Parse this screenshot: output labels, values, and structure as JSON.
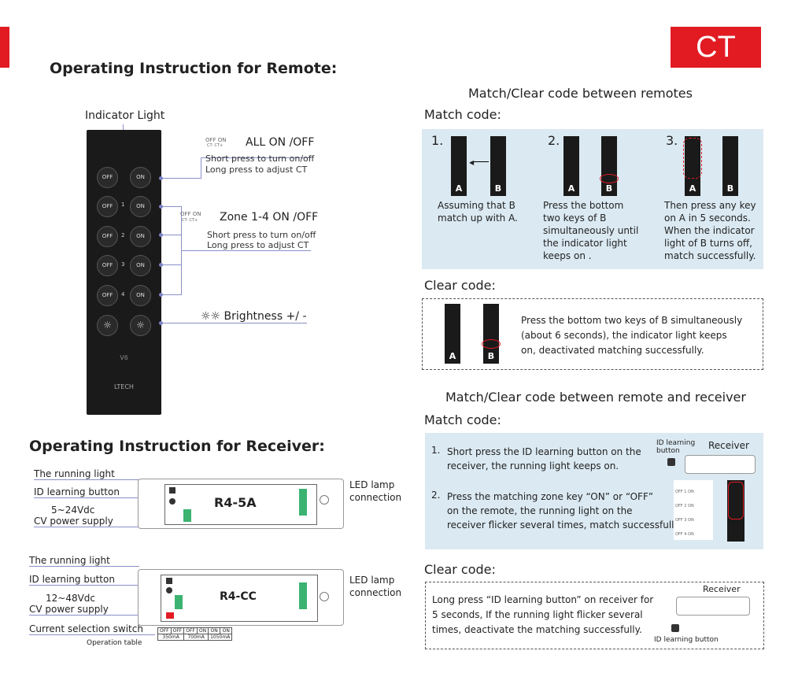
{
  "badge": "CT",
  "remote_section": {
    "title": "Operating Instruction for Remote:",
    "indicator_label": "Indicator Light",
    "all_on_title": "ALL ON /OFF",
    "all_on_tiny": "OFF  ON",
    "all_on_tiny2": "CT-   CT+",
    "all_on_desc1": "Short press to turn on/off",
    "all_on_desc2": "Long press to adjust CT",
    "zone_title": "Zone 1-4  ON /OFF",
    "zone_tiny": "OFF  ON",
    "zone_tiny2": "CT-   CT+",
    "zone_desc1": "Short press to turn on/off",
    "zone_desc2": "Long press to adjust CT",
    "brightness": "☼☼ Brightness +/ -",
    "remote_model": "V6",
    "remote_brand": "LTECH",
    "buttons": {
      "off": "OFF",
      "on": "ON",
      "n1": "1",
      "n2": "2",
      "n3": "3",
      "n4": "4"
    }
  },
  "match_remotes": {
    "title": "Match/Clear code between remotes",
    "match_label": "Match code:",
    "step1_num": "1.",
    "step2_num": "2.",
    "step3_num": "3.",
    "step1_text1": "Assuming that B",
    "step1_text2": "match up with A.",
    "step2_text1": "Press the bottom",
    "step2_text2": "two keys of B",
    "step2_text3": "simultaneously until",
    "step2_text4": "the indicator light",
    "step2_text5": "keeps on .",
    "step3_text1": "Then press any key",
    "step3_text2": "on A in 5 seconds.",
    "step3_text3": "When the indicator",
    "step3_text4": "light of B turns off,",
    "step3_text5": "match successfully.",
    "a": "A",
    "b": "B",
    "clear_label": "Clear code:",
    "clear_text1": "Press the bottom two keys of B simultaneously",
    "clear_text2": "(about 6 seconds), the indicator light keeps",
    "clear_text3": "on, deactivated matching successfully."
  },
  "match_receiver": {
    "title": "Match/Clear code between remote and receiver",
    "match_label": "Match code:",
    "step1_num": "1.",
    "step1_text1": "Short press the ID learning button on the",
    "step1_text2": "receiver, the running light keeps on.",
    "step2_num": "2.",
    "step2_text1": "Press the matching zone key “ON” or “OFF”",
    "step2_text2": "on the remote, the running light on the",
    "step2_text3": "receiver flicker several times, match successfully.",
    "id_label1": "ID learning",
    "id_label2": "button",
    "receiver_label": "Receiver",
    "clear_label": "Clear code:",
    "clear_text1": "Long press “ID learning button” on receiver for",
    "clear_text2": "5 seconds, If the running light flicker several",
    "clear_text3": "times, deactivate the matching successfully.",
    "clear_receiver": "Receiver",
    "clear_id": "ID learning button"
  },
  "receiver_section": {
    "title": "Operating Instruction for Receiver:",
    "r1": {
      "model": "R4-5A",
      "running_light": "The running light",
      "id_button": "ID learning button",
      "voltage": "5~24Vdc",
      "power": "CV power supply",
      "led1": "LED lamp",
      "led2": "connection"
    },
    "r2": {
      "model": "R4-CC",
      "running_light": "The running light",
      "id_button": "ID learning button",
      "voltage": "12~48Vdc",
      "power": "CV power supply",
      "switch": "Current selection switch",
      "led1": "LED lamp",
      "led2": "connection",
      "table_label": "Operation table",
      "table_row1": [
        "OFF",
        "OFF",
        "OFF",
        "ON",
        "ON",
        "ON"
      ],
      "table_row2": [
        "350mA",
        "700mA",
        "1050mA"
      ]
    }
  }
}
